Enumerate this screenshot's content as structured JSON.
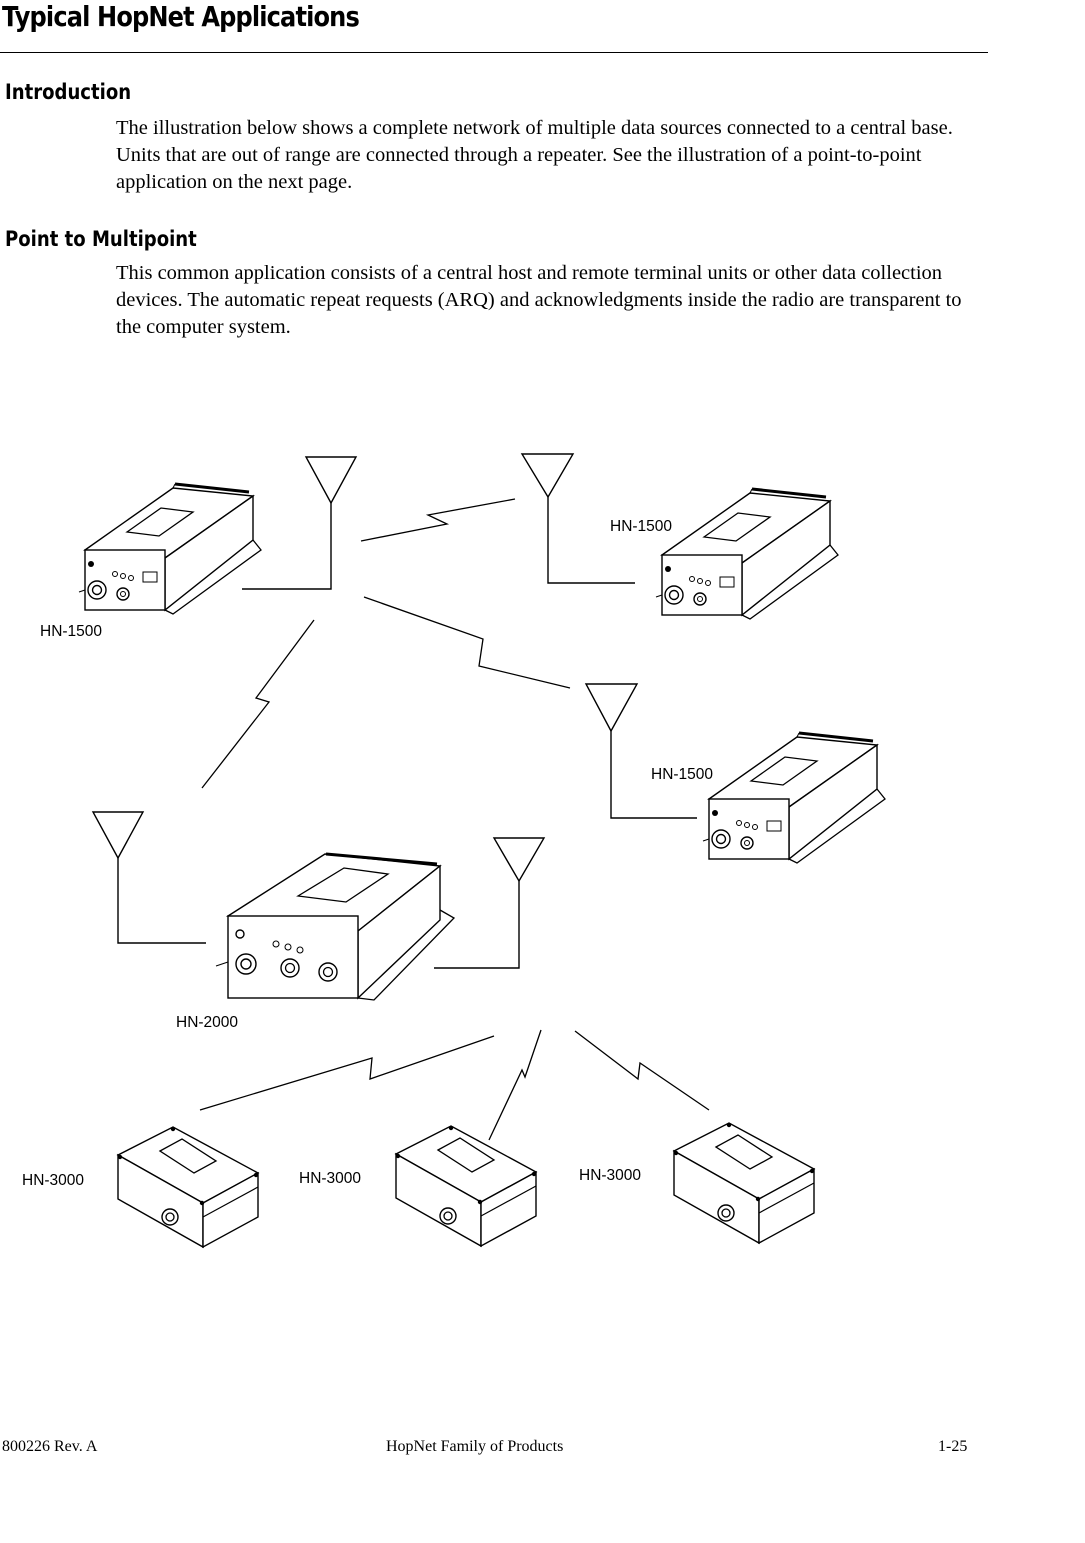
{
  "title": "Typical HopNet Applications",
  "sections": [
    {
      "heading": "Introduction",
      "body": "The illustration below shows a complete network of multiple data sources connected to a central base. Units that are out of range are connected through a repeater. See the illustration of a point-to-point application on the next page."
    },
    {
      "heading": "Point to Multipoint",
      "body": "This common application consists of a central host and remote terminal units or other data collection devices. The automatic repeat requests (ARQ) and acknowledgments inside the radio are transparent to the computer system."
    }
  ],
  "diagram": {
    "labels": {
      "unit_left": "HN-1500",
      "unit_top_right": "HN-1500",
      "unit_mid_right": "HN-1500",
      "base": "HN-2000",
      "remote_1": "HN-3000",
      "remote_2": "HN-3000",
      "remote_3": "HN-3000"
    }
  },
  "footer": {
    "doc_number": "800226 Rev. A",
    "center": "HopNet Family of Products",
    "page": "1-25"
  }
}
